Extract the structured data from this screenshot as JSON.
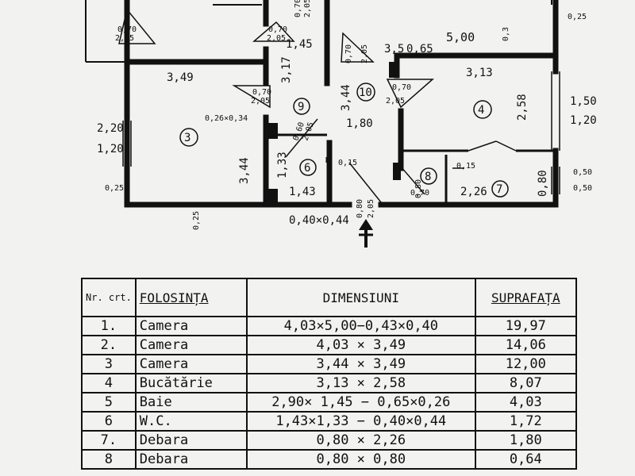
{
  "plan": {
    "room_numbers": [
      "3",
      "4",
      "6",
      "7",
      "8",
      "9",
      "10"
    ],
    "dimensions": [
      "3,49",
      "3,44",
      "0,26×0,34",
      "2,20",
      "1,20",
      "0,25",
      "0,25",
      "0,70",
      "2,05",
      "0,70",
      "2,05",
      "1,45",
      "3,17",
      "0,70",
      "2,05",
      "0,70",
      "2,05",
      "0,60",
      "2,05",
      "0,70",
      "2,05",
      "3,44",
      "1,80",
      "1,33",
      "1,43",
      "0,15",
      "0,40×0,44",
      "0,80",
      "2,05",
      "0,70",
      "2,05",
      "0,80",
      "0,70",
      "0,15",
      "2,26",
      "3,5",
      "5,00",
      "3,13",
      "0,65",
      "2,58",
      "0,25",
      "1,50",
      "1,20",
      "0,80",
      "0,50",
      "0,50",
      "0,3"
    ]
  },
  "table": {
    "headers": [
      "Nr. crt.",
      "FOLOSINȚA",
      "DIMENSIUNI",
      "SUPRAFAȚA"
    ],
    "rows": [
      [
        "1.",
        "Camera",
        "4,03×5,00−0,43×0,40",
        "19,97"
      ],
      [
        "2.",
        "Camera",
        "4,03 × 3,49",
        "14,06"
      ],
      [
        "3",
        "Camera",
        "3,44 × 3,49",
        "12,00"
      ],
      [
        "4",
        "Bucătărie",
        "3,13 × 2,58",
        "8,07"
      ],
      [
        "5",
        "Baie",
        "2,90× 1,45 − 0,65×0,26",
        "4,03"
      ],
      [
        "6",
        "W.C.",
        "1,43×1,33 − 0,40×0,44",
        "1,72"
      ],
      [
        "7.",
        "Debara",
        "0,80 × 2,26",
        "1,80"
      ],
      [
        "8",
        "Debara",
        "0,80 × 0,80",
        "0,64"
      ]
    ]
  }
}
